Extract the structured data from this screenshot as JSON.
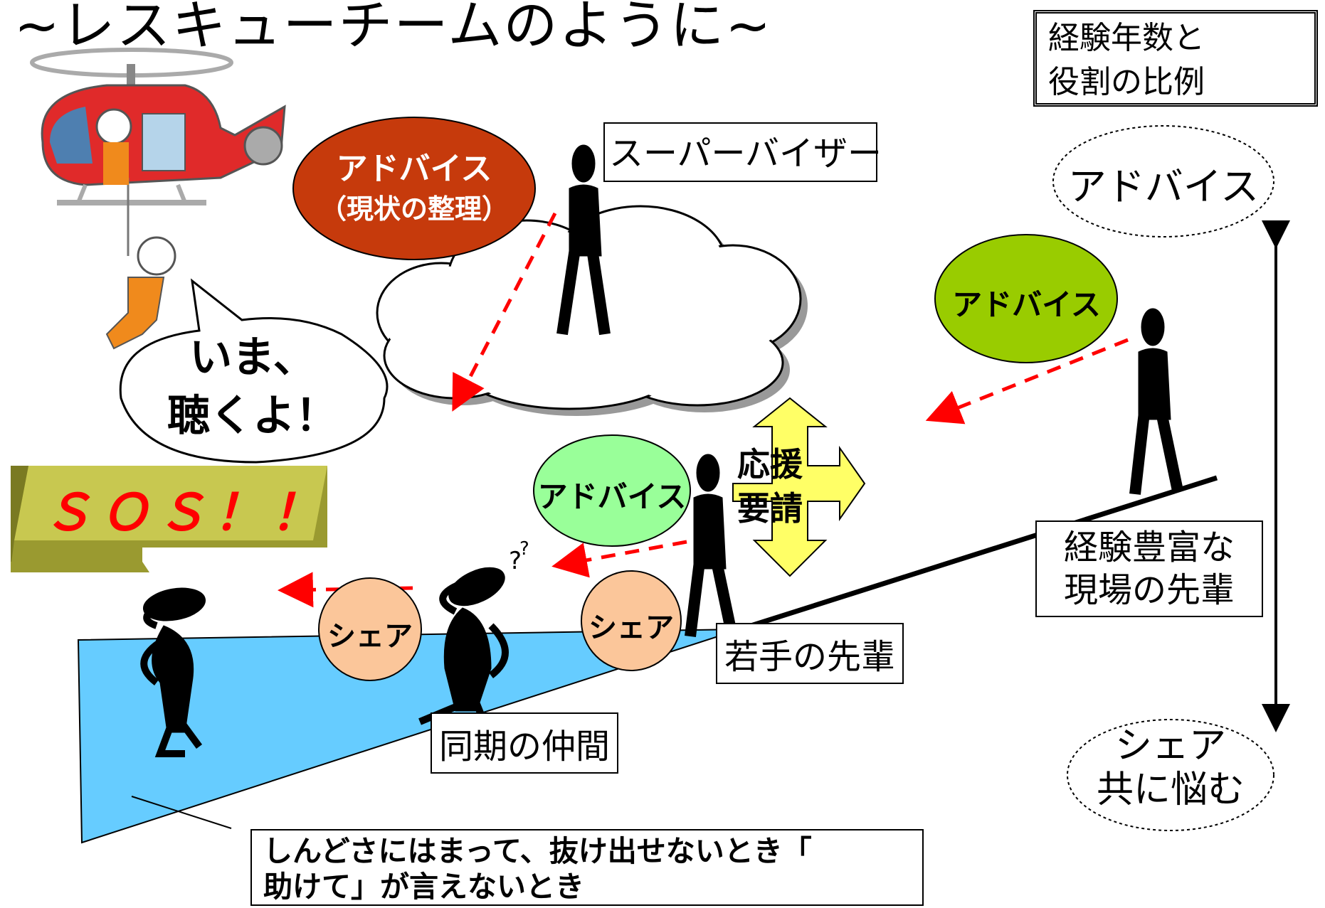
{
  "title": "~レスキューチームのように~",
  "legend": {
    "line1": "経験年数と",
    "line2": "役割の比例"
  },
  "scale": {
    "top": "アドバイス",
    "bottom_line1": "シェア",
    "bottom_line2": "共に悩む"
  },
  "roles": {
    "supervisor": "スーパーバイザー",
    "veteran_line1": "経験豊富な",
    "veteran_line2": "現場の先輩",
    "young_senior": "若手の先輩",
    "peers": "同期の仲間"
  },
  "bubbles": {
    "advice_main_line1": "アドバイス",
    "advice_main_line2": "（現状の整理）",
    "advice_green": "アドバイス",
    "advice_light": "アドバイス",
    "share1": "シェア",
    "share2": "シェア"
  },
  "request": {
    "line1": "応援",
    "line2": "要請"
  },
  "speech": {
    "line1": "いま、",
    "line2": "聴くよ！"
  },
  "sos": "ＳＯＳ！！",
  "bottom_note": {
    "line1": "しんどさにはまって、抜け出せないとき「",
    "line2": "助けて」が言えないとき"
  },
  "colors": {
    "advice_main": "#c63a0c",
    "advice_green": "#99cc00",
    "advice_light": "#99ff99",
    "share": "#fbc69a",
    "request_arrow": "#ffff66",
    "sos_block": "#c8c850",
    "sos_text": "#ff0000",
    "pit": "#66ccff",
    "dashed_arrow": "#ff0000"
  }
}
